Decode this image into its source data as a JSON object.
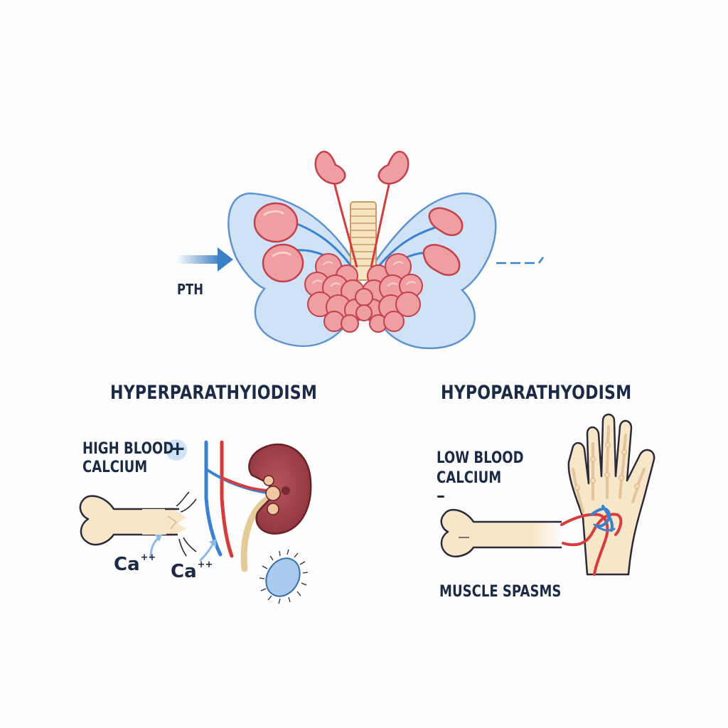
{
  "labels": {
    "pth": "PTH",
    "hyper_title": "HYPERPARATHYIODISM",
    "hypo_title": "HYPOPARATHYODISM",
    "high_blood_calcium_line1": "HIGH BLOOD",
    "high_blood_calcium_line2": "CALCIUM",
    "plus_symbol": "+",
    "ca_ion_1": "Ca",
    "ca_ion_1_charge": "++",
    "ca_ion_2": "Ca",
    "ca_ion_2_charge": "++",
    "low_blood_calcium_line1": "LOW BLOOD",
    "low_blood_calcium_line2": "CALCIUM",
    "minus_symbol": "–",
    "muscle_spasms": "MUSCLE SPASMS"
  },
  "colors": {
    "text": "#1c2b45",
    "wing_fill": "#cfe2f6",
    "wing_stroke": "#5f93cf",
    "gland_fill": "#ef9ea1",
    "gland_stroke": "#c2414c",
    "bone_fill": "#f8e6c8",
    "bone_stroke": "#2a2a3a",
    "kidney_fill": "#a9464e",
    "vein_blue": "#3a82d1",
    "artery_red": "#d63c3c",
    "arrow_blue": "#3b7fc4"
  }
}
